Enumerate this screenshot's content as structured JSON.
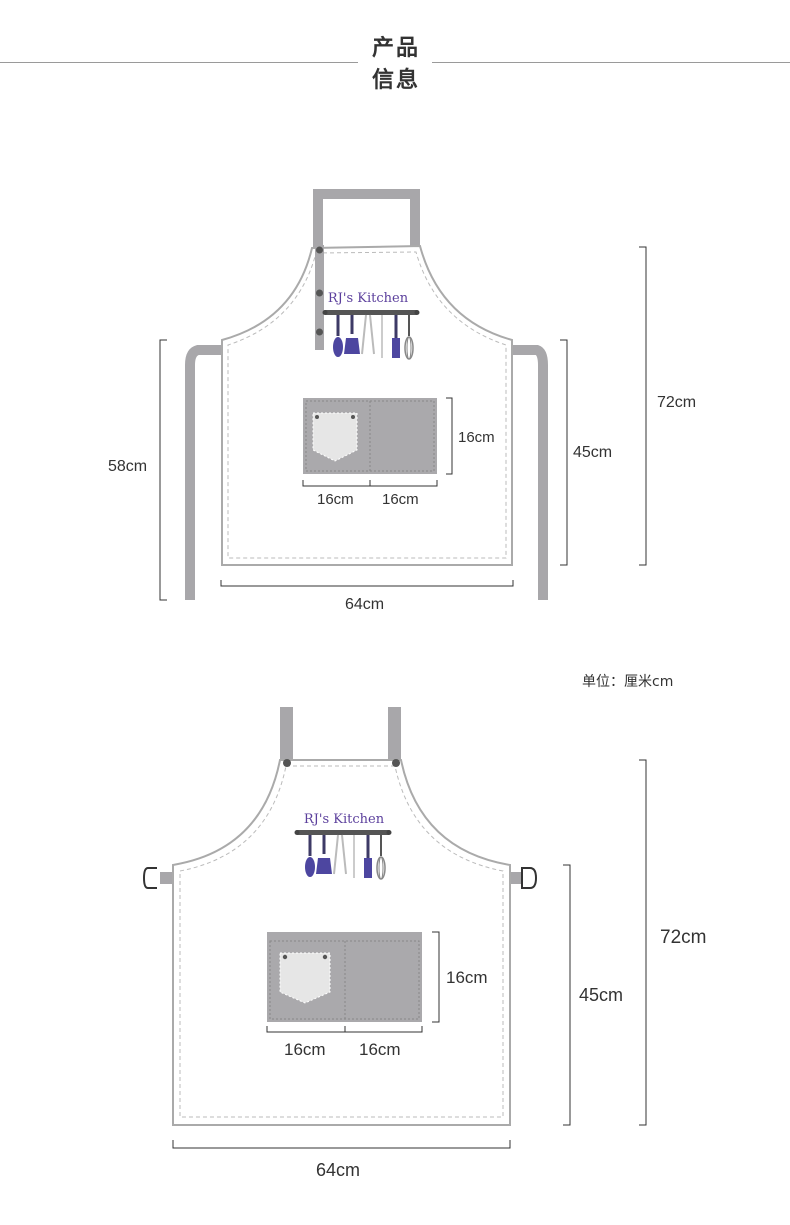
{
  "header": {
    "title_line1": "产品",
    "title_line2": "信息"
  },
  "unit_note": "单位：厘米cm",
  "diagram_top": {
    "brand": "RJ's Kitchen",
    "total_length": "72cm",
    "body_length": "45cm",
    "strap_length": "58cm",
    "width": "64cm",
    "pocket_height": "16cm",
    "pocket_left_width": "16cm",
    "pocket_right_width": "16cm"
  },
  "diagram_bottom": {
    "brand": "RJ's Kitchen",
    "total_length": "72cm",
    "body_length": "45cm",
    "width": "64cm",
    "pocket_height": "16cm",
    "pocket_left_width": "16cm",
    "pocket_right_width": "16cm"
  },
  "colors": {
    "strap": "#a8a7aa",
    "apron_outline": "#aaaaaa",
    "pocket": "#aaa9ac",
    "pocket_patch": "#e6e6e6",
    "brand_text": "#5b3f9c",
    "utensil": "#4d46a0",
    "dimension_line": "#333333"
  }
}
